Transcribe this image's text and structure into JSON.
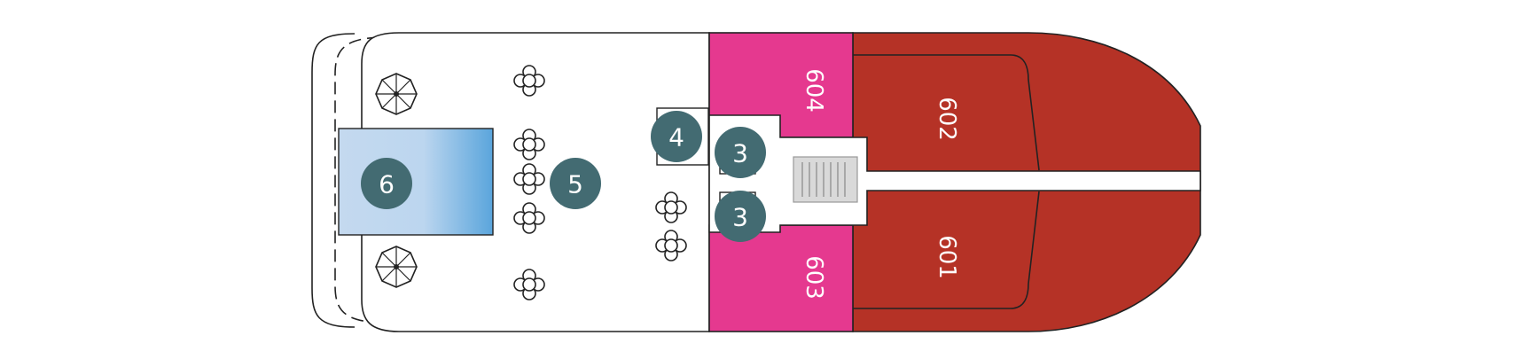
{
  "colors": {
    "outline": "#222222",
    "deck": "#ffffff",
    "suite_pink": "#e5398f",
    "suite_red": "#b53226",
    "pool_left": "#c4d9ef",
    "pool_right": "#5aa5dc",
    "marker": "#436b72",
    "stair": "#d9d9d9"
  },
  "cabins": [
    {
      "number": "604",
      "category": "pink"
    },
    {
      "number": "603",
      "category": "pink"
    },
    {
      "number": "602",
      "category": "red"
    },
    {
      "number": "601",
      "category": "red"
    }
  ],
  "markers": [
    {
      "label": "6",
      "feature": "pool"
    },
    {
      "label": "5",
      "feature": "seating"
    },
    {
      "label": "4",
      "feature": "counter"
    },
    {
      "label": "3",
      "feature": "upper-area"
    },
    {
      "label": "3",
      "feature": "lower-area"
    }
  ],
  "icons": {
    "umbrella": "parasol-icon",
    "table": "table-chairs-icon",
    "stairs": "staircase-icon"
  }
}
